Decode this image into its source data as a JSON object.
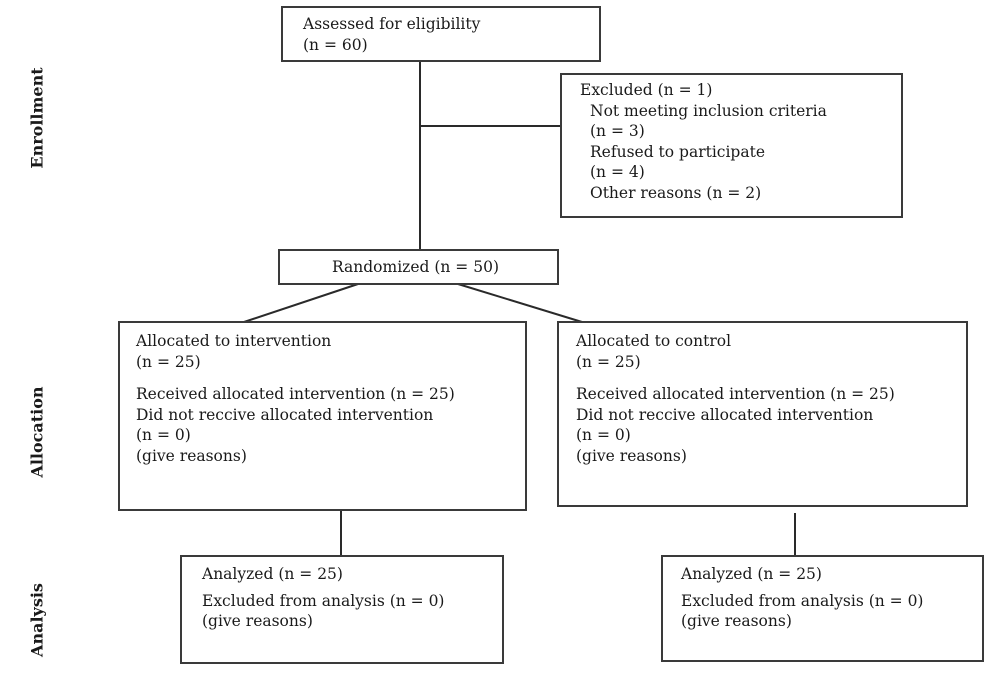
{
  "phases": {
    "enrollment": "Enrollment",
    "allocation": "Allocation",
    "analysis": "Analysis"
  },
  "assessed": {
    "line1": "Assessed for eligibility",
    "line2": "(n = 60)"
  },
  "excluded": {
    "title": "Excluded (n = 1)",
    "items": [
      "Not meeting inclusion criteria",
      "(n = 3)",
      "Refused to participate",
      "(n = 4)",
      "Other reasons (n = 2)"
    ]
  },
  "randomized": {
    "label": "Randomized (n = 50)"
  },
  "allocation": {
    "intervention": {
      "title": "Allocated to intervention",
      "count": "(n = 25)",
      "received": "Received allocated intervention (n = 25)",
      "not_received": "Did not reccive allocated intervention",
      "not_received_count": "(n = 0)",
      "reasons": "(give reasons)"
    },
    "control": {
      "title": "Allocated to control",
      "count": "(n = 25)",
      "received": "Received allocated intervention (n = 25)",
      "not_received": "Did not reccive allocated intervention",
      "not_received_count": "(n = 0)",
      "reasons": "(give reasons)"
    }
  },
  "analysis": {
    "intervention": {
      "analyzed": "Analyzed (n = 25)",
      "excluded": "Excluded from analysis (n = 0)",
      "reasons": "(give reasons)"
    },
    "control": {
      "analyzed": "Analyzed (n = 25)",
      "excluded": "Excluded from analysis (n = 0)",
      "reasons": "(give reasons)"
    }
  }
}
